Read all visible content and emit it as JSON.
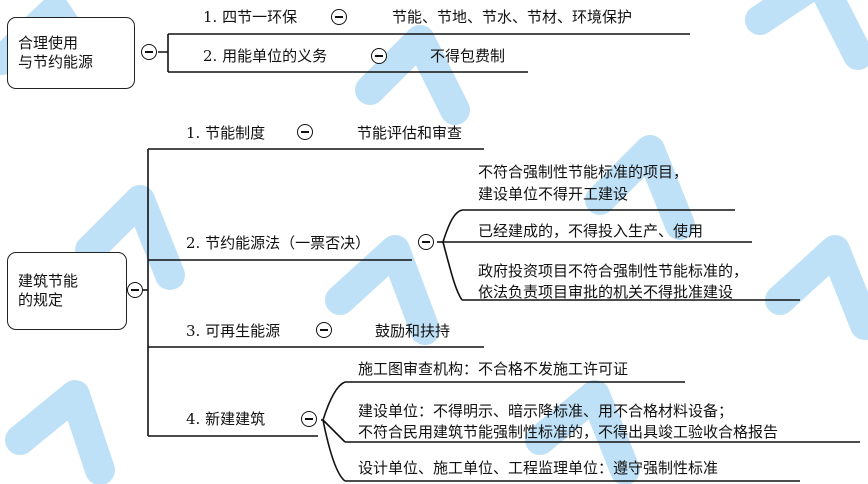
{
  "watermark": {
    "color": "#bfe1f7"
  },
  "section1": {
    "root": {
      "line1": "合理使用",
      "line2": "与节约能源"
    },
    "branches": [
      {
        "label": "1. 四节一环保",
        "leaf": "节能、节地、节水、节材、环境保护"
      },
      {
        "label": "2. 用能单位的义务",
        "leaf": "不得包费制"
      }
    ]
  },
  "section2": {
    "root": {
      "line1": "建筑节能",
      "line2": "的规定"
    },
    "b1": {
      "label": "1. 节能制度",
      "leaf": "节能评估和审查"
    },
    "b2": {
      "label": "2. 节约能源法（一票否决）",
      "leaves": [
        {
          "line1": "不符合强制性节能标准的项目，",
          "line2": "建设单位不得开工建设"
        },
        {
          "line1": "已经建成的，不得投入生产、使用"
        },
        {
          "line1": "政府投资项目不符合强制性节能标准的，",
          "line2": "依法负责项目审批的机关不得批准建设"
        }
      ]
    },
    "b3": {
      "label": "3. 可再生能源",
      "leaf": "鼓励和扶持"
    },
    "b4": {
      "label": "4. 新建建筑",
      "leaves": [
        {
          "line1": "施工图审查机构：不合格不发施工许可证"
        },
        {
          "line1": "建设单位：不得明示、暗示降标准、用不合格材料设备；",
          "line2": "不符合民用建筑节能强制性标准的，不得出具竣工验收合格报告"
        },
        {
          "line1": "设计单位、施工单位、工程监理单位：遵守强制性标准"
        }
      ]
    }
  }
}
